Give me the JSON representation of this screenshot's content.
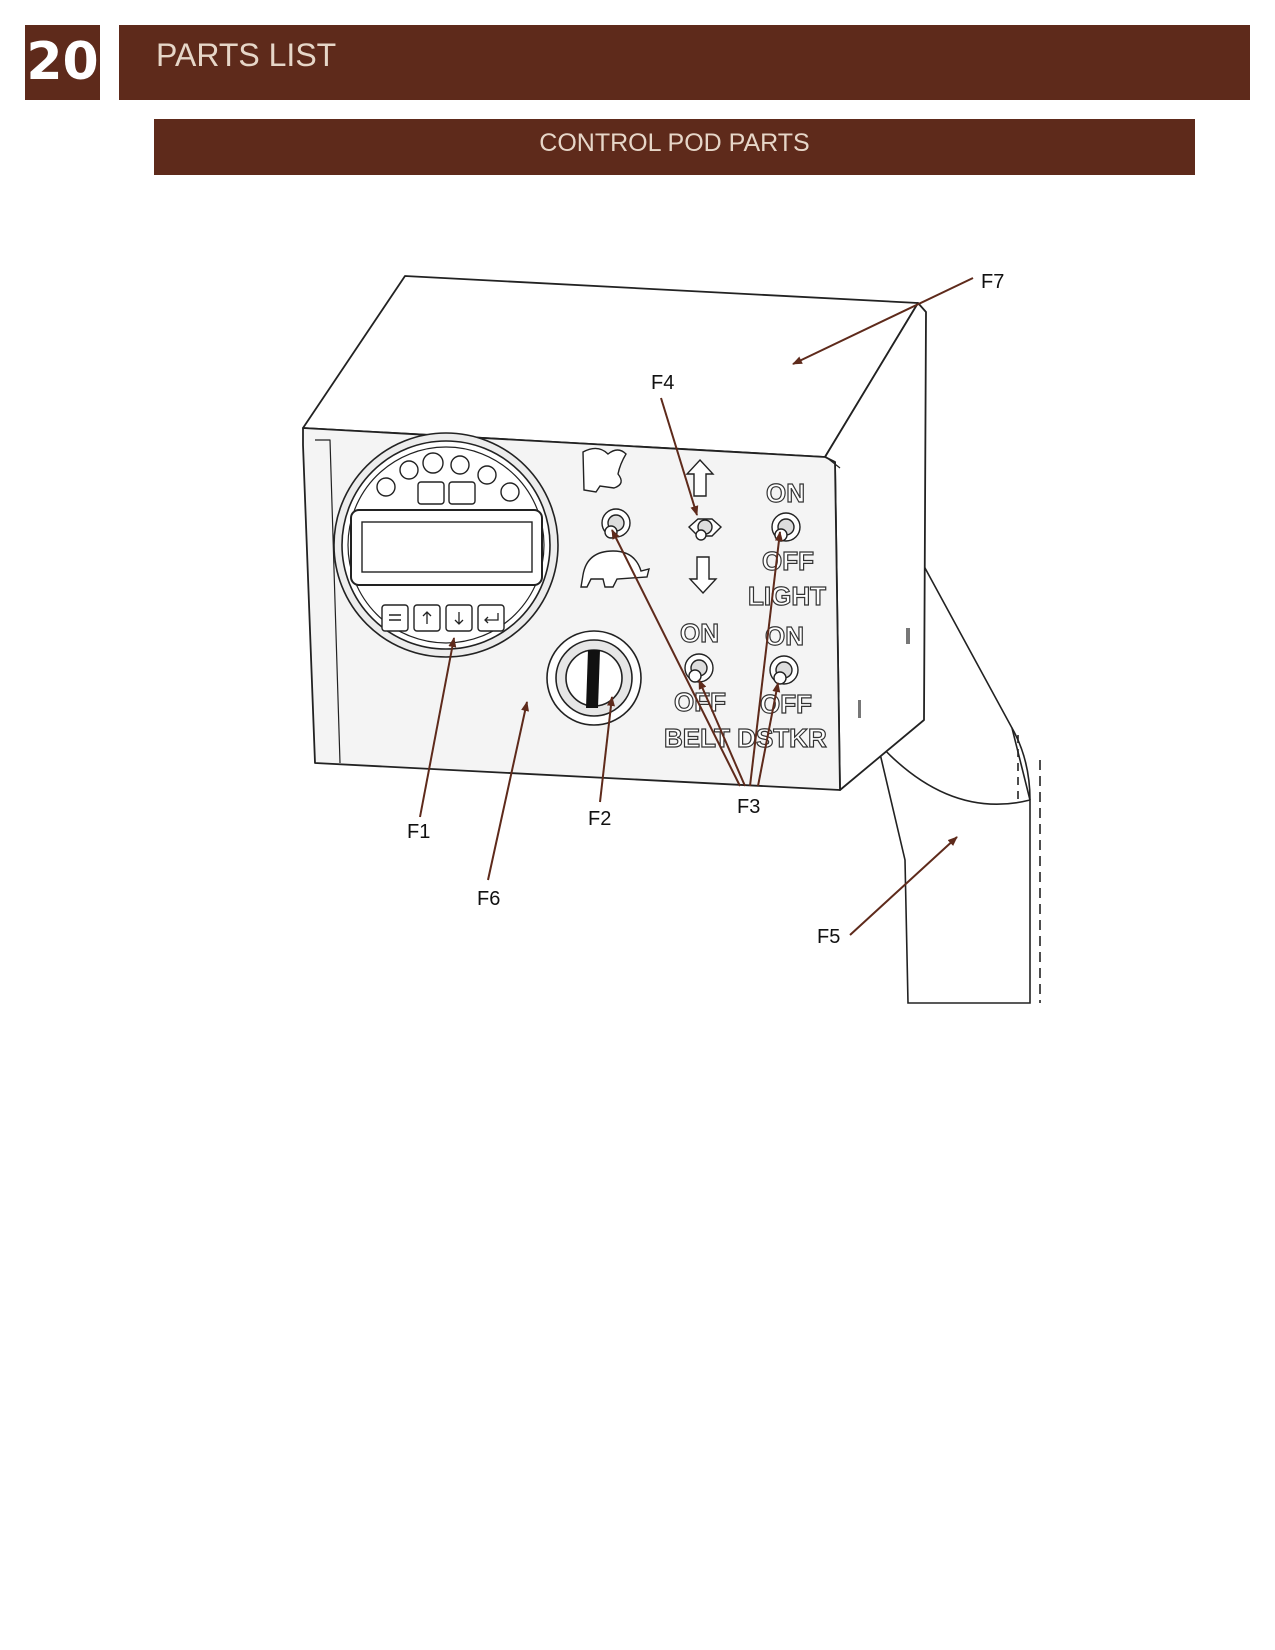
{
  "page_number": "20",
  "header": {
    "title": "PARTS LIST"
  },
  "section": {
    "title": "CONTROL POD PARTS"
  },
  "colors": {
    "brand": "#5e2a1b",
    "header_text": "#e6d6c8",
    "leader": "#5e2a1b"
  },
  "panel_labels": {
    "light_on": "ON",
    "light_off": "OFF",
    "light_name": "LIGHT",
    "belt_on": "ON",
    "belt_off": "OFF",
    "dstkr_on": "ON",
    "dstkr_off": "OFF",
    "belt_dstkr_name": "BELT DSTKR"
  },
  "callouts": {
    "f1": "F1",
    "f2": "F2",
    "f3": "F3",
    "f4": "F4",
    "f5": "F5",
    "f6": "F6",
    "f7": "F7"
  }
}
